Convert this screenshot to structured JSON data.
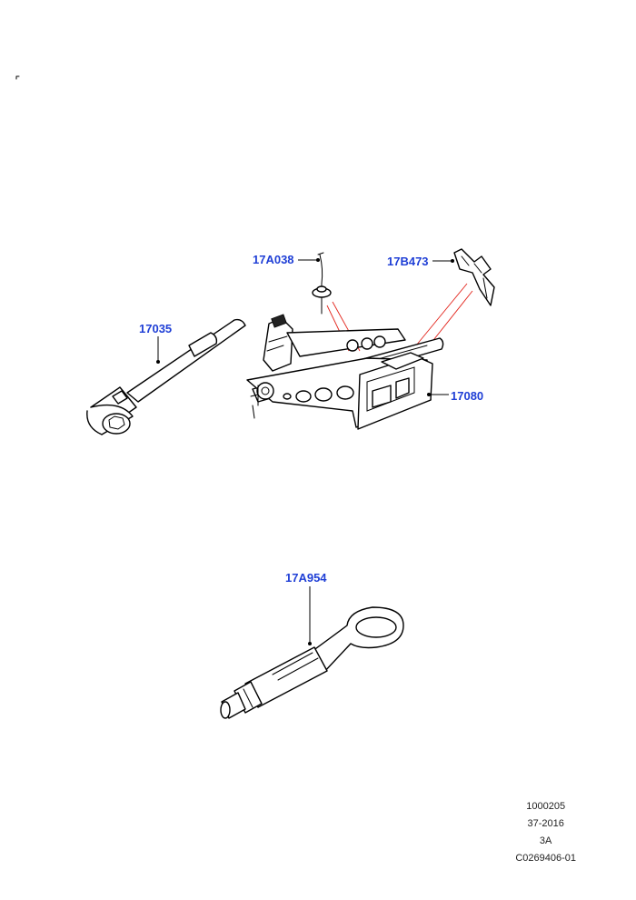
{
  "callouts": {
    "jack_support": "17A038",
    "jack_bracket": "17B473",
    "wheel_brace": "17035",
    "jack": "17080",
    "towing_eye": "17A954"
  },
  "footer": {
    "line1": "1000205",
    "line2": "37-2016",
    "line3": "3A",
    "line4": "C0269406-01"
  },
  "colors": {
    "callout_text": "#1f3fd6",
    "red_leader": "#e2231a",
    "line": "#000000"
  }
}
